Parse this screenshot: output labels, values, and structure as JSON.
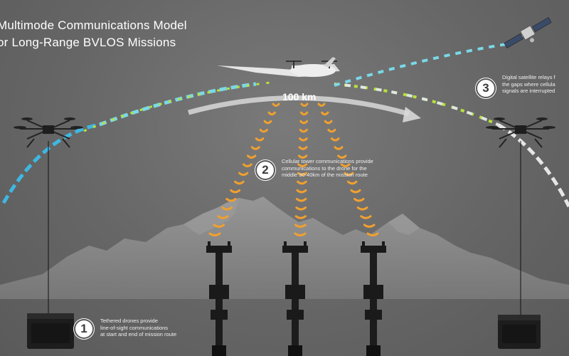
{
  "title": {
    "line1": "Multimode Communications Model",
    "line2": "or Long-Range BVLOS Missions"
  },
  "distance_label": "100 km",
  "callouts": [
    {
      "number": "1",
      "lines": [
        "Tethered drones provide",
        "line-of-sight communications",
        "at start and end of mission route"
      ]
    },
    {
      "number": "2",
      "lines": [
        "Cellular tower communications provide",
        "communications to the drone for the",
        "middle 30-40km of the mission route"
      ]
    },
    {
      "number": "3",
      "lines": [
        "Digital satellite relays f",
        "the gaps where cellula",
        "signals are interrupted"
      ]
    }
  ],
  "colors": {
    "tether_link": "#3fb7e0",
    "satellite_link": "#7ad8e8",
    "handoff_link": "#b7e23a",
    "cellular_link": "#f0a030",
    "tail_link": "#e6e6e6",
    "mountains": "#8a8a8a"
  },
  "icons": [
    "aircraft-icon",
    "tethered-drone-icon",
    "satellite-icon",
    "cell-tower-icon",
    "ground-station-icon",
    "arrow-icon"
  ]
}
